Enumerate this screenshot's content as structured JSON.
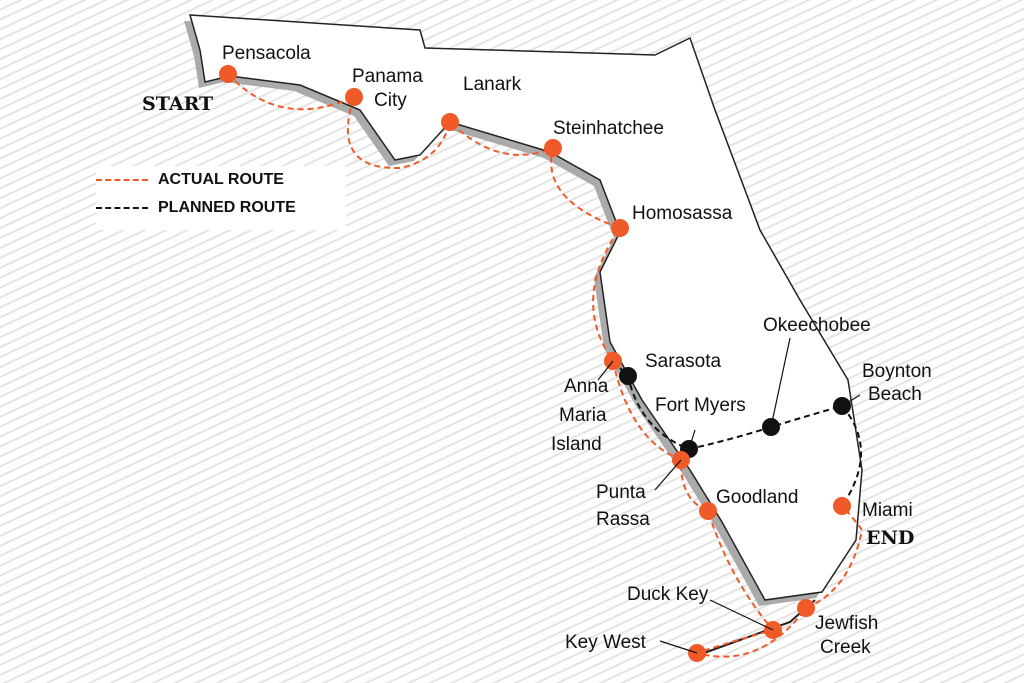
{
  "colors": {
    "actual": "#f05a28",
    "planned": "#111111",
    "land": "#ffffff"
  },
  "markers": {
    "start": "START",
    "end": "END"
  },
  "legend": {
    "actual": "ACTUAL ROUTE",
    "planned": "PLANNED ROUTE"
  },
  "stops": {
    "pensacola": "Pensacola",
    "panama1": "Panama",
    "panama2": "City",
    "lanark": "Lanark",
    "steinhatchee": "Steinhatchee",
    "homosassa": "Homosassa",
    "anna1": "Anna",
    "anna2": "Maria",
    "anna3": "Island",
    "sarasota": "Sarasota",
    "fortmyers": "Fort Myers",
    "okeechobee": "Okeechobee",
    "boynton1": "Boynton",
    "boynton2": "Beach",
    "punta1": "Punta",
    "punta2": "Rassa",
    "goodland": "Goodland",
    "miami": "Miami",
    "duckkey": "Duck Key",
    "jewfish1": "Jewfish",
    "jewfish2": "Creek",
    "keywest": "Key West"
  }
}
